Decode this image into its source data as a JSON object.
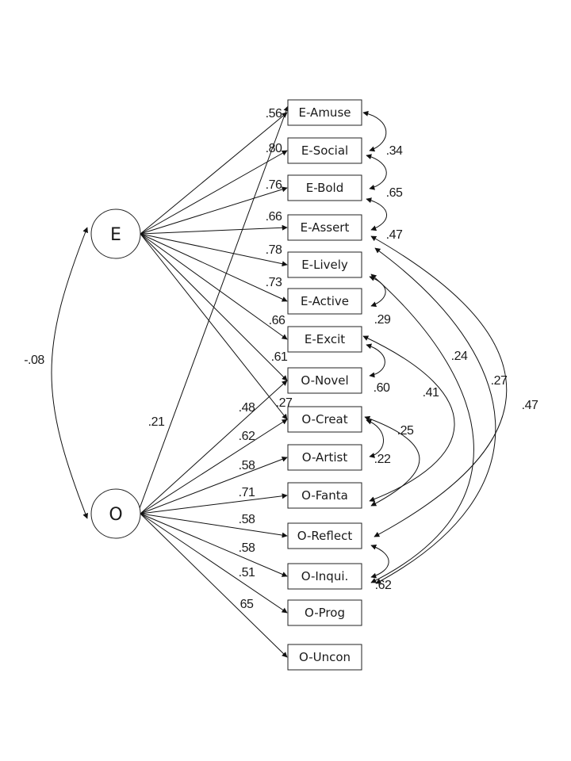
{
  "diagram": {
    "type": "structural-equation-model",
    "latents": [
      {
        "id": "E",
        "label": "E"
      },
      {
        "id": "O",
        "label": "O"
      }
    ],
    "indicators": [
      {
        "id": "E-Amuse",
        "label": "E-Amuse"
      },
      {
        "id": "E-Social",
        "label": "E-Social"
      },
      {
        "id": "E-Bold",
        "label": "E-Bold"
      },
      {
        "id": "E-Assert",
        "label": "E-Assert"
      },
      {
        "id": "E-Lively",
        "label": "E-Lively"
      },
      {
        "id": "E-Active",
        "label": "E-Active"
      },
      {
        "id": "E-Excit",
        "label": "E-Excit"
      },
      {
        "id": "O-Novel",
        "label": "O-Novel"
      },
      {
        "id": "O-Creat",
        "label": "O-Creat"
      },
      {
        "id": "O-Artist",
        "label": "O-Artist"
      },
      {
        "id": "O-Fanta",
        "label": "O-Fanta"
      },
      {
        "id": "O-Reflect",
        "label": "O-Reflect"
      },
      {
        "id": "O-Inqui.",
        "label": "O-Inqui."
      },
      {
        "id": "O-Prog",
        "label": "O-Prog"
      },
      {
        "id": "O-Uncon",
        "label": "O-Uncon"
      }
    ],
    "loadings": [
      {
        "from": "E",
        "to": "E-Amuse",
        "label": ".56"
      },
      {
        "from": "E",
        "to": "E-Social",
        "label": ".80"
      },
      {
        "from": "E",
        "to": "E-Bold",
        "label": ".76"
      },
      {
        "from": "E",
        "to": "E-Assert",
        "label": ".66"
      },
      {
        "from": "E",
        "to": "E-Lively",
        "label": ".78"
      },
      {
        "from": "E",
        "to": "E-Active",
        "label": ".73"
      },
      {
        "from": "E",
        "to": "E-Excit",
        "label": ".66"
      },
      {
        "from": "E",
        "to": "O-Novel",
        "label": ".61"
      },
      {
        "from": "E",
        "to": "O-Creat",
        "label": ".27"
      },
      {
        "from": "O",
        "to": "E-Amuse",
        "label": ".21"
      },
      {
        "from": "O",
        "to": "O-Novel",
        "label": ".48"
      },
      {
        "from": "O",
        "to": "O-Creat",
        "label": ".62"
      },
      {
        "from": "O",
        "to": "O-Artist",
        "label": ".58"
      },
      {
        "from": "O",
        "to": "O-Fanta",
        "label": ".71"
      },
      {
        "from": "O",
        "to": "O-Reflect",
        "label": ".58"
      },
      {
        "from": "O",
        "to": "O-Inqui.",
        "label": ".58"
      },
      {
        "from": "O",
        "to": "O-Prog",
        "label": ".51"
      },
      {
        "from": "O",
        "to": "O-Uncon",
        "label": "65"
      }
    ],
    "latent_covariance": {
      "between": [
        "E",
        "O"
      ],
      "label": "-.08"
    },
    "residual_covariances": [
      {
        "between": [
          "E-Amuse",
          "E-Social"
        ],
        "label": ".34"
      },
      {
        "between": [
          "E-Social",
          "E-Bold"
        ],
        "label": ".65"
      },
      {
        "between": [
          "E-Bold",
          "E-Assert"
        ],
        "label": ".47"
      },
      {
        "between": [
          "E-Lively",
          "E-Active"
        ],
        "label": ".29"
      },
      {
        "between": [
          "E-Excit",
          "O-Novel"
        ],
        "label": ".60"
      },
      {
        "between": [
          "E-Excit",
          "O-Fanta"
        ],
        "label": ".41"
      },
      {
        "between": [
          "O-Creat",
          "O-Artist"
        ],
        "label": ".22"
      },
      {
        "between": [
          "O-Creat",
          "O-Fanta"
        ],
        "label": ".25"
      },
      {
        "between": [
          "E-Lively",
          "O-Inqui."
        ],
        "label": ".24"
      },
      {
        "between": [
          "E-Assert",
          "O-Inqui."
        ],
        "label": ".27"
      },
      {
        "between": [
          "E-Assert",
          "O-Reflect"
        ],
        "label": ".47"
      },
      {
        "between": [
          "O-Reflect",
          "O-Inqui."
        ],
        "label": ".62"
      }
    ]
  }
}
